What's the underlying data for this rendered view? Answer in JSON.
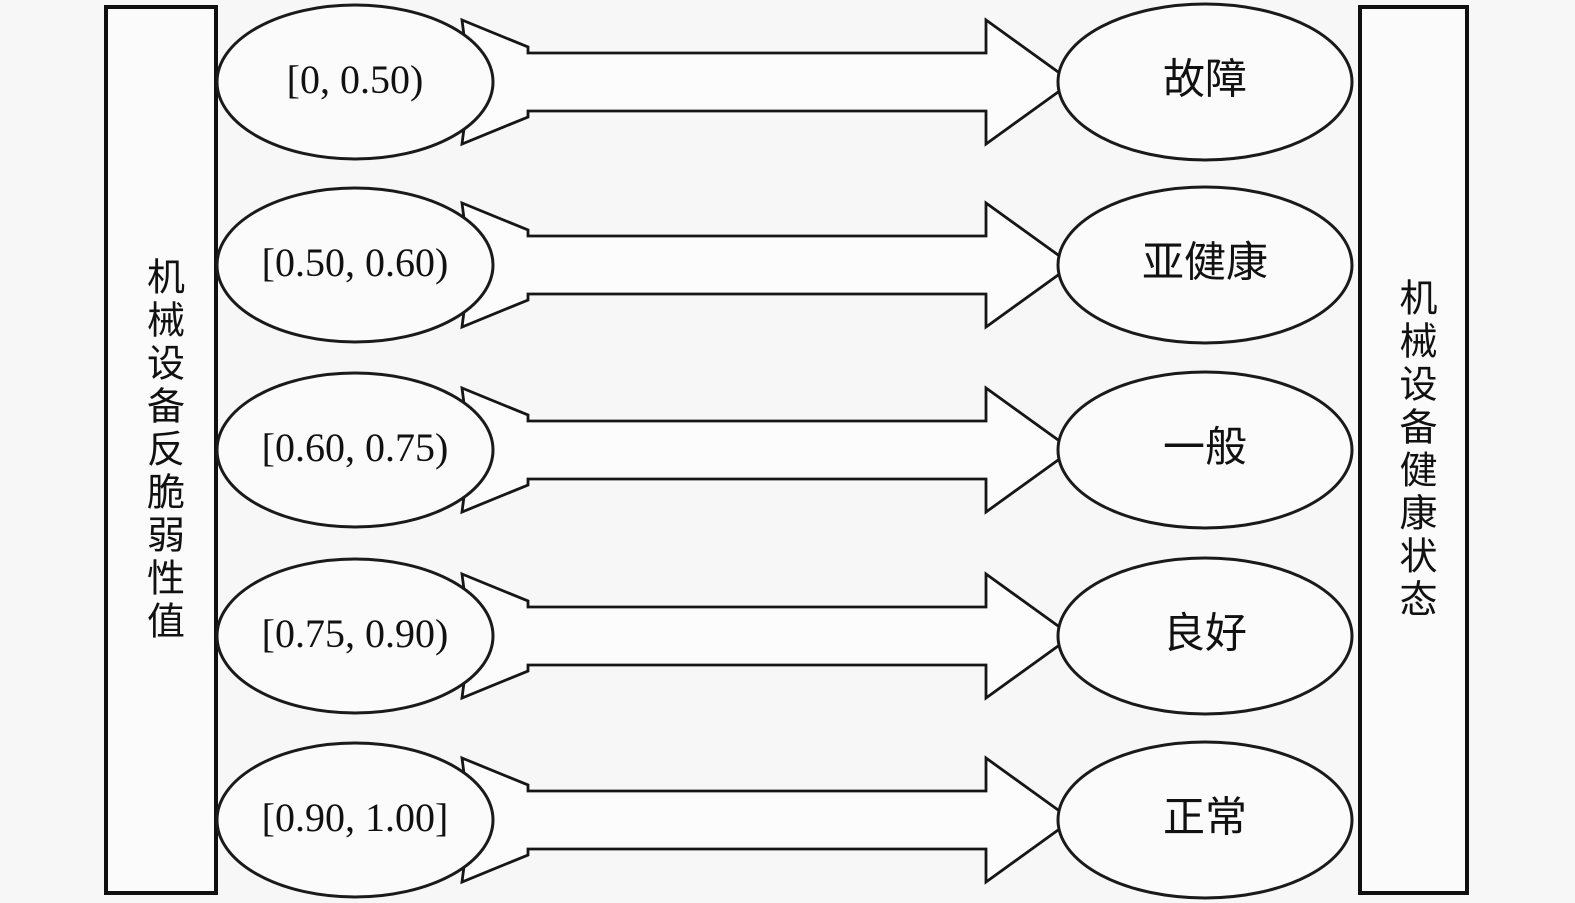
{
  "figure": {
    "type": "mapping-diagram",
    "background_color": "#f7f7f7",
    "line_color": "#111111",
    "left_axis_label": "机械设备反脆弱性值",
    "right_axis_label": "机械设备健康状态",
    "mappings": [
      {
        "range": "[0, 0.50)",
        "state": "故障"
      },
      {
        "range": "[0.50, 0.60)",
        "state": "亚健康"
      },
      {
        "range": "[0.60, 0.75)",
        "state": "一般"
      },
      {
        "range": "[0.75, 0.90)",
        "state": "良好"
      },
      {
        "range": "[0.90, 1.00]",
        "state": "正常"
      }
    ]
  }
}
